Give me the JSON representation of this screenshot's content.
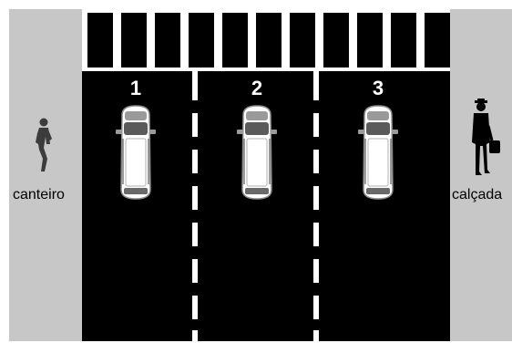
{
  "lanes": [
    {
      "number": "1"
    },
    {
      "number": "2"
    },
    {
      "number": "3"
    }
  ],
  "labels": {
    "left": "canteiro",
    "right": "calçada"
  },
  "crosswalk": {
    "stripe_count": 11
  },
  "icons": {
    "car": "car-top-view-icon",
    "pedestrian_left": "walking-person-icon",
    "pedestrian_right": "person-with-bag-icon"
  },
  "colors": {
    "road": "#000000",
    "curb": "#c7c7c7",
    "marking": "#ffffff"
  }
}
